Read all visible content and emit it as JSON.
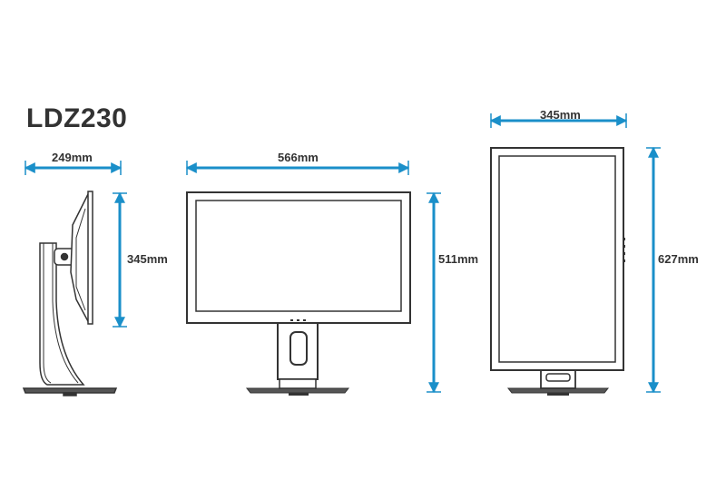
{
  "model": "LDZ230",
  "dimensions": {
    "side_depth": "249mm",
    "side_height": "345mm",
    "front_width": "566mm",
    "front_height": "511mm",
    "portrait_width": "345mm",
    "portrait_height": "627mm"
  },
  "colors": {
    "dimension_line": "#1a8fc9",
    "outline": "#333333",
    "text": "#333333"
  },
  "icons": [
    "arrow-left",
    "arrow-right",
    "arrow-up",
    "arrow-down"
  ]
}
